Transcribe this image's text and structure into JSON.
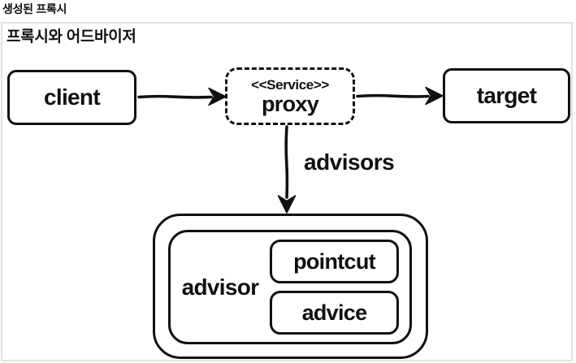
{
  "page": {
    "eyebrow_title": "생성된 프록시"
  },
  "panel": {
    "title": "프록시와 어드바이저"
  },
  "diagram": {
    "nodes": {
      "client": {
        "label": "client"
      },
      "proxy": {
        "stereotype": "<<Service>>",
        "label": "proxy"
      },
      "target": {
        "label": "target"
      },
      "advisor": {
        "label": "advisor"
      },
      "pointcut": {
        "label": "pointcut"
      },
      "advice": {
        "label": "advice"
      }
    },
    "edges": {
      "advisors_label": "advisors"
    }
  },
  "colors": {
    "ink": "#111111",
    "panel_border": "#e2e2e2",
    "background": "#ffffff"
  }
}
